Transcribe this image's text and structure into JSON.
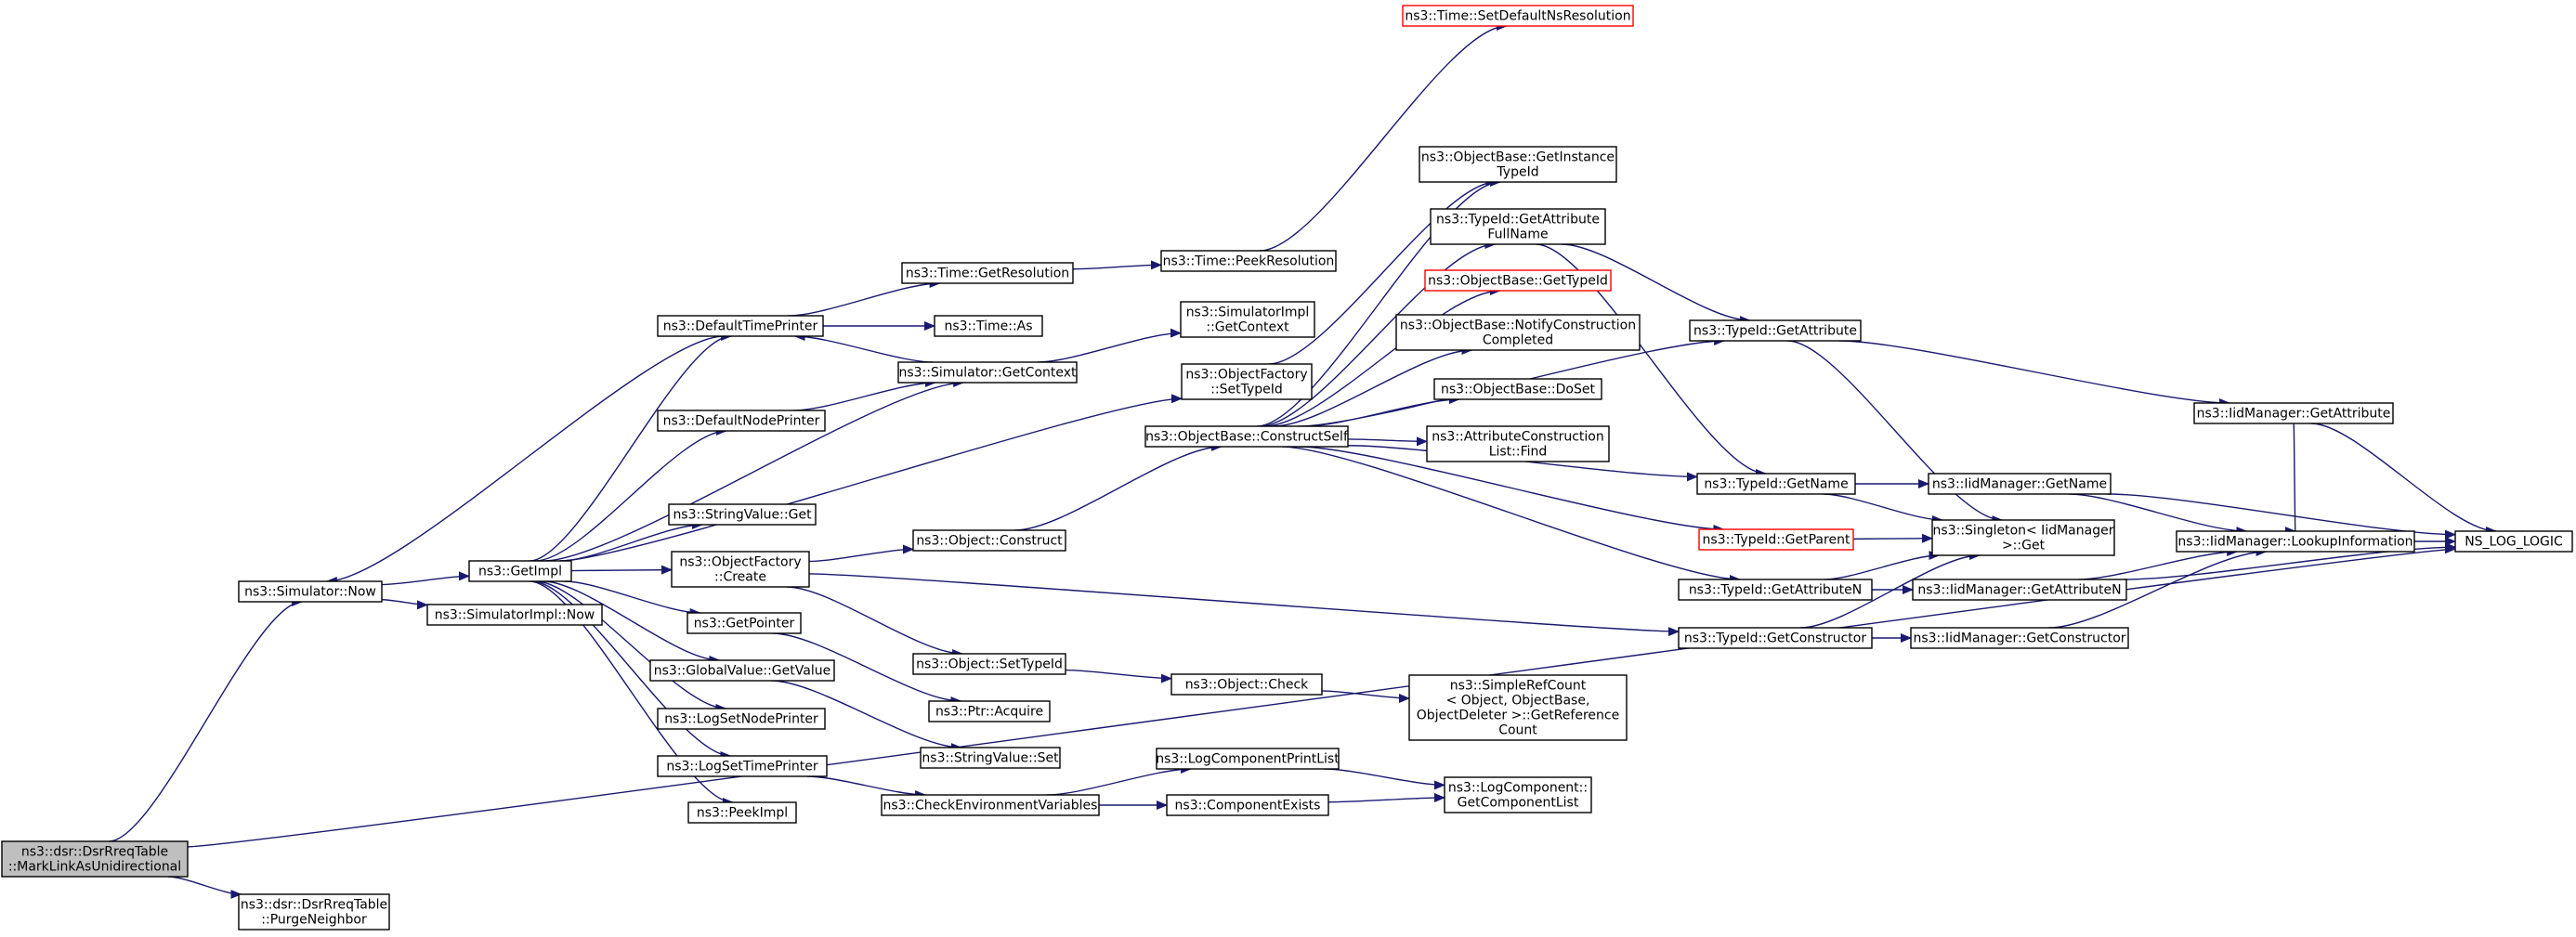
{
  "diagram": {
    "type": "call-graph",
    "colors": {
      "edge": "#191970",
      "node_border": "#000000",
      "node_border_incomplete": "#ff0000",
      "root_fill": "#bfbfbf"
    },
    "nodes": [
      {
        "id": "root",
        "lines": [
          "ns3::dsr::DsrRreqTable",
          "::MarkLinkAsUnidirectional"
        ],
        "kind": "root"
      },
      {
        "id": "purge",
        "lines": [
          "ns3::dsr::DsrRreqTable",
          "::PurgeNeighbor"
        ]
      },
      {
        "id": "simNow",
        "lines": [
          "ns3::Simulator::Now"
        ]
      },
      {
        "id": "getImpl",
        "lines": [
          "ns3::GetImpl"
        ]
      },
      {
        "id": "simImplNow",
        "lines": [
          "ns3::SimulatorImpl::Now"
        ]
      },
      {
        "id": "defTimePrinter",
        "lines": [
          "ns3::DefaultTimePrinter"
        ]
      },
      {
        "id": "defNodePrinter",
        "lines": [
          "ns3::DefaultNodePrinter"
        ]
      },
      {
        "id": "strGet",
        "lines": [
          "ns3::StringValue::Get"
        ]
      },
      {
        "id": "ofCreate",
        "lines": [
          "ns3::ObjectFactory",
          "::Create"
        ]
      },
      {
        "id": "getPointer",
        "lines": [
          "ns3::GetPointer"
        ]
      },
      {
        "id": "gvGet",
        "lines": [
          "ns3::GlobalValue::GetValue"
        ]
      },
      {
        "id": "logNode",
        "lines": [
          "ns3::LogSetNodePrinter"
        ]
      },
      {
        "id": "logTime",
        "lines": [
          "ns3::LogSetTimePrinter"
        ]
      },
      {
        "id": "peekImpl",
        "lines": [
          "ns3::PeekImpl"
        ]
      },
      {
        "id": "getRes",
        "lines": [
          "ns3::Time::GetResolution"
        ]
      },
      {
        "id": "timeAs",
        "lines": [
          "ns3::Time::As"
        ]
      },
      {
        "id": "simCtx",
        "lines": [
          "ns3::Simulator::GetContext"
        ]
      },
      {
        "id": "objConstruct",
        "lines": [
          "ns3::Object::Construct"
        ]
      },
      {
        "id": "objSetTid",
        "lines": [
          "ns3::Object::SetTypeId"
        ]
      },
      {
        "id": "ptrAcq",
        "lines": [
          "ns3::Ptr::Acquire"
        ]
      },
      {
        "id": "strSet",
        "lines": [
          "ns3::StringValue::Set"
        ]
      },
      {
        "id": "checkEnv",
        "lines": [
          "ns3::CheckEnvironmentVariables"
        ]
      },
      {
        "id": "peekRes",
        "lines": [
          "ns3::Time::PeekResolution"
        ]
      },
      {
        "id": "simImplCtx",
        "lines": [
          "ns3::SimulatorImpl",
          "::GetContext"
        ]
      },
      {
        "id": "ofSetTid",
        "lines": [
          "ns3::ObjectFactory",
          "::SetTypeId"
        ]
      },
      {
        "id": "obConstructSelf",
        "lines": [
          "ns3::ObjectBase::ConstructSelf"
        ]
      },
      {
        "id": "objCheck",
        "lines": [
          "ns3::Object::Check"
        ]
      },
      {
        "id": "logPrintList",
        "lines": [
          "ns3::LogComponentPrintList"
        ]
      },
      {
        "id": "compExists",
        "lines": [
          "ns3::ComponentExists"
        ]
      },
      {
        "id": "setDefRes",
        "lines": [
          "ns3::Time::SetDefaultNsResolution"
        ],
        "kind": "red"
      },
      {
        "id": "obGetInst",
        "lines": [
          "ns3::ObjectBase::GetInstance",
          "TypeId"
        ]
      },
      {
        "id": "tidAttrFull",
        "lines": [
          "ns3::TypeId::GetAttribute",
          "FullName"
        ]
      },
      {
        "id": "obGetTid",
        "lines": [
          "ns3::ObjectBase::GetTypeId"
        ],
        "kind": "red"
      },
      {
        "id": "obNotify",
        "lines": [
          "ns3::ObjectBase::NotifyConstruction",
          "Completed"
        ]
      },
      {
        "id": "obDoSet",
        "lines": [
          "ns3::ObjectBase::DoSet"
        ]
      },
      {
        "id": "acFind",
        "lines": [
          "ns3::AttributeConstruction",
          "List::Find"
        ]
      },
      {
        "id": "simpleRef",
        "lines": [
          "ns3::SimpleRefCount",
          "< Object, ObjectBase,",
          "ObjectDeleter >::GetReference",
          "Count"
        ]
      },
      {
        "id": "lcGetList",
        "lines": [
          "ns3::LogComponent::",
          "GetComponentList"
        ]
      },
      {
        "id": "tidGetAttr",
        "lines": [
          "ns3::TypeId::GetAttribute"
        ]
      },
      {
        "id": "tidGetName",
        "lines": [
          "ns3::TypeId::GetName"
        ]
      },
      {
        "id": "tidGetParent",
        "lines": [
          "ns3::TypeId::GetParent"
        ],
        "kind": "red"
      },
      {
        "id": "tidGetAttrN",
        "lines": [
          "ns3::TypeId::GetAttributeN"
        ]
      },
      {
        "id": "tidGetCtor",
        "lines": [
          "ns3::TypeId::GetConstructor"
        ]
      },
      {
        "id": "singletonGet",
        "lines": [
          "ns3::Singleton< IidManager",
          " >::Get"
        ]
      },
      {
        "id": "iidGetName",
        "lines": [
          "ns3::IidManager::GetName"
        ]
      },
      {
        "id": "iidGetAttrN",
        "lines": [
          "ns3::IidManager::GetAttributeN"
        ]
      },
      {
        "id": "iidGetCtor",
        "lines": [
          "ns3::IidManager::GetConstructor"
        ]
      },
      {
        "id": "iidGetAttr",
        "lines": [
          "ns3::IidManager::GetAttribute"
        ]
      },
      {
        "id": "iidLookup",
        "lines": [
          "ns3::IidManager::LookupInformation"
        ]
      },
      {
        "id": "nsLog",
        "lines": [
          "NS_LOG_LOGIC"
        ]
      }
    ],
    "edges": [
      [
        "root",
        "simNow"
      ],
      [
        "root",
        "purge"
      ],
      [
        "root",
        "nsLog"
      ],
      [
        "simNow",
        "getImpl"
      ],
      [
        "simNow",
        "simImplNow"
      ],
      [
        "getImpl",
        "defTimePrinter"
      ],
      [
        "getImpl",
        "defNodePrinter"
      ],
      [
        "getImpl",
        "strGet"
      ],
      [
        "getImpl",
        "ofCreate"
      ],
      [
        "getImpl",
        "getPointer"
      ],
      [
        "getImpl",
        "gvGet"
      ],
      [
        "getImpl",
        "logNode"
      ],
      [
        "getImpl",
        "logTime"
      ],
      [
        "getImpl",
        "peekImpl"
      ],
      [
        "getImpl",
        "simCtx"
      ],
      [
        "getImpl",
        "ofSetTid"
      ],
      [
        "defTimePrinter",
        "simNow"
      ],
      [
        "defTimePrinter",
        "getRes"
      ],
      [
        "defTimePrinter",
        "timeAs"
      ],
      [
        "defNodePrinter",
        "simCtx"
      ],
      [
        "simCtx",
        "simImplCtx"
      ],
      [
        "simCtx",
        "defTimePrinter"
      ],
      [
        "getRes",
        "peekRes"
      ],
      [
        "peekRes",
        "setDefRes"
      ],
      [
        "ofCreate",
        "objConstruct"
      ],
      [
        "ofCreate",
        "objSetTid"
      ],
      [
        "ofCreate",
        "tidGetCtor"
      ],
      [
        "getPointer",
        "ptrAcq"
      ],
      [
        "gvGet",
        "strSet"
      ],
      [
        "logTime",
        "checkEnv"
      ],
      [
        "objConstruct",
        "obConstructSelf"
      ],
      [
        "objSetTid",
        "objCheck"
      ],
      [
        "objCheck",
        "simpleRef"
      ],
      [
        "checkEnv",
        "logPrintList"
      ],
      [
        "checkEnv",
        "compExists"
      ],
      [
        "logPrintList",
        "lcGetList"
      ],
      [
        "compExists",
        "lcGetList"
      ],
      [
        "ofSetTid",
        "obGetInst"
      ],
      [
        "obConstructSelf",
        "obGetInst"
      ],
      [
        "obConstructSelf",
        "tidAttrFull"
      ],
      [
        "obConstructSelf",
        "obGetTid"
      ],
      [
        "obConstructSelf",
        "obNotify"
      ],
      [
        "obConstructSelf",
        "obDoSet"
      ],
      [
        "obConstructSelf",
        "acFind"
      ],
      [
        "obConstructSelf",
        "tidGetAttr"
      ],
      [
        "obConstructSelf",
        "tidGetName"
      ],
      [
        "obConstructSelf",
        "tidGetParent"
      ],
      [
        "obConstructSelf",
        "tidGetAttrN"
      ],
      [
        "tidAttrFull",
        "tidGetAttr"
      ],
      [
        "tidAttrFull",
        "tidGetName"
      ],
      [
        "tidGetAttr",
        "iidGetAttr"
      ],
      [
        "tidGetAttr",
        "singletonGet"
      ],
      [
        "tidGetName",
        "iidGetName"
      ],
      [
        "tidGetName",
        "singletonGet"
      ],
      [
        "tidGetParent",
        "singletonGet"
      ],
      [
        "tidGetAttrN",
        "singletonGet"
      ],
      [
        "tidGetAttrN",
        "iidGetAttrN"
      ],
      [
        "tidGetCtor",
        "singletonGet"
      ],
      [
        "tidGetCtor",
        "iidGetCtor"
      ],
      [
        "iidGetName",
        "iidLookup"
      ],
      [
        "iidGetName",
        "nsLog"
      ],
      [
        "iidGetAttrN",
        "iidLookup"
      ],
      [
        "iidGetAttrN",
        "nsLog"
      ],
      [
        "iidGetCtor",
        "iidLookup"
      ],
      [
        "iidGetAttr",
        "iidLookup"
      ],
      [
        "iidGetAttr",
        "nsLog"
      ],
      [
        "iidLookup",
        "nsLog"
      ]
    ]
  }
}
